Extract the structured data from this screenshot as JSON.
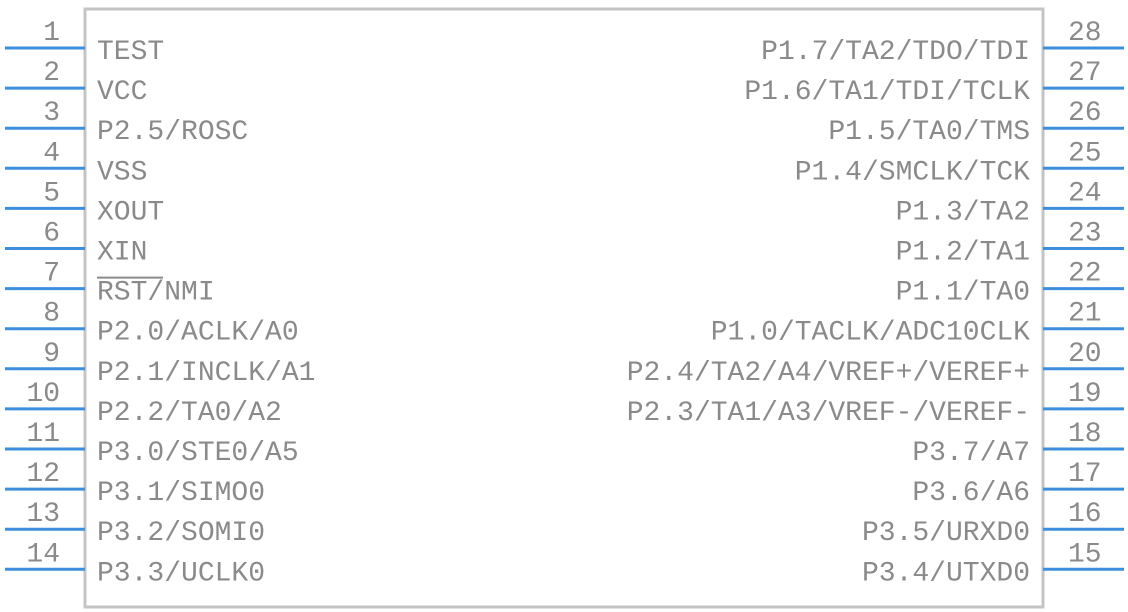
{
  "component": {
    "colors": {
      "pin_line": "#3d8fde",
      "body_border": "#c4c4c4",
      "text": "#8a8a8a",
      "background": "#ffffff"
    },
    "left_pins": [
      {
        "number": "1",
        "label": "TEST"
      },
      {
        "number": "2",
        "label": "VCC"
      },
      {
        "number": "3",
        "label": "P2.5/ROSC"
      },
      {
        "number": "4",
        "label": "VSS"
      },
      {
        "number": "5",
        "label": "XOUT"
      },
      {
        "number": "6",
        "label": "XIN"
      },
      {
        "number": "7",
        "label": "RST/NMI",
        "overline": true
      },
      {
        "number": "8",
        "label": "P2.0/ACLK/A0"
      },
      {
        "number": "9",
        "label": "P2.1/INCLK/A1"
      },
      {
        "number": "10",
        "label": "P2.2/TA0/A2"
      },
      {
        "number": "11",
        "label": "P3.0/STE0/A5"
      },
      {
        "number": "12",
        "label": "P3.1/SIMO0"
      },
      {
        "number": "13",
        "label": "P3.2/SOMI0"
      },
      {
        "number": "14",
        "label": "P3.3/UCLK0"
      }
    ],
    "right_pins": [
      {
        "number": "28",
        "label": "P1.7/TA2/TDO/TDI"
      },
      {
        "number": "27",
        "label": "P1.6/TA1/TDI/TCLK"
      },
      {
        "number": "26",
        "label": "P1.5/TA0/TMS"
      },
      {
        "number": "25",
        "label": "P1.4/SMCLK/TCK"
      },
      {
        "number": "24",
        "label": "P1.3/TA2"
      },
      {
        "number": "23",
        "label": "P1.2/TA1"
      },
      {
        "number": "22",
        "label": "P1.1/TA0"
      },
      {
        "number": "21",
        "label": "P1.0/TACLK/ADC10CLK"
      },
      {
        "number": "20",
        "label": "P2.4/TA2/A4/VREF+/VEREF+"
      },
      {
        "number": "19",
        "label": "P2.3/TA1/A3/VREF-/VEREF-"
      },
      {
        "number": "18",
        "label": "P3.7/A7"
      },
      {
        "number": "17",
        "label": "P3.6/A6"
      },
      {
        "number": "16",
        "label": "P3.5/URXD0"
      },
      {
        "number": "15",
        "label": "P3.4/UTXD0"
      }
    ]
  }
}
